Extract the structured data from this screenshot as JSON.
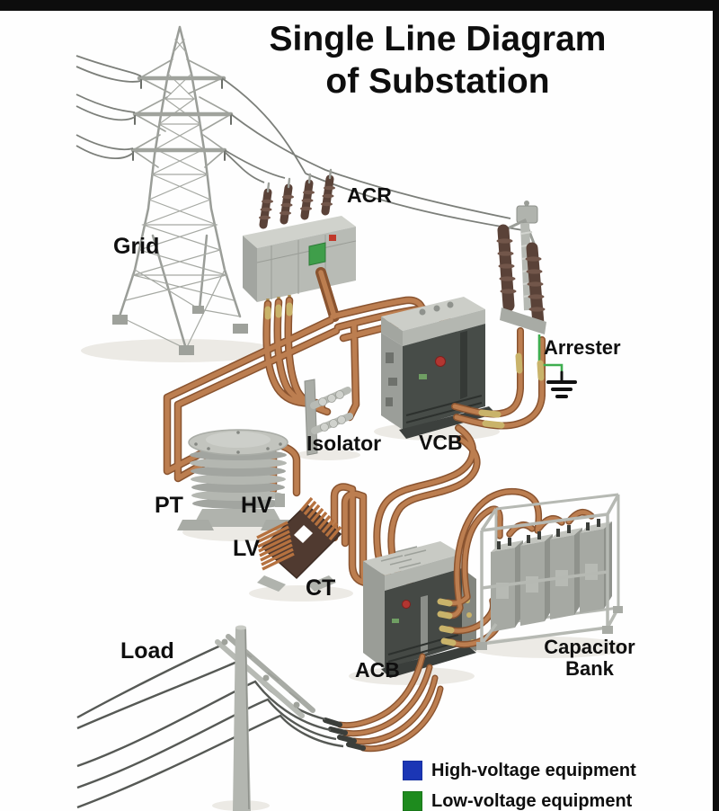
{
  "title": {
    "line1": "Single Line Diagram",
    "line2": "of Substation"
  },
  "equipment_labels": {
    "grid": "Grid",
    "acr": "ACR",
    "arrester": "Arrester",
    "isolator": "Isolator",
    "vcb": "VCB",
    "pt": "PT",
    "hv": "HV",
    "lv": "LV",
    "ct": "CT",
    "load": "Load",
    "acb": "ACB",
    "capacitor_bank": "Capacitor Bank"
  },
  "legend": {
    "items": [
      {
        "label": "High-voltage equipment",
        "color": "#1b36b5"
      },
      {
        "label": "Low-voltage equipment",
        "color": "#1e8b1e"
      }
    ]
  },
  "colors": {
    "copper_bus": "#bc7e50",
    "ground_wire": "#3fae4f",
    "letterbox_bars": "#0d0d0d"
  }
}
